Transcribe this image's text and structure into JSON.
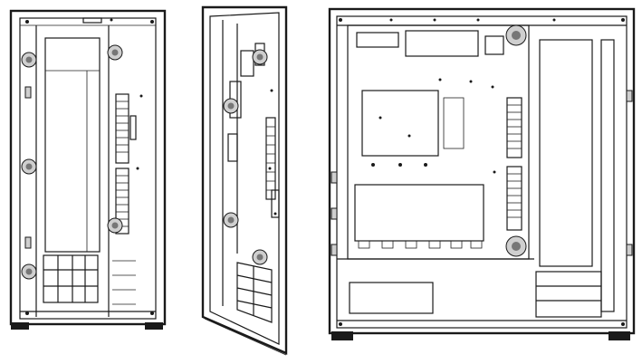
{
  "figure": {
    "views": [
      {
        "id": "rear-view"
      },
      {
        "id": "open-side-view"
      },
      {
        "id": "front-side-view"
      }
    ],
    "icons": {
      "marker": "fan-mount-marker-icon",
      "screw": "screw-hole-icon"
    },
    "colors": {
      "line": "#1a1a1a",
      "marker_fill": "#bdbdbd",
      "background": "#ffffff"
    }
  }
}
